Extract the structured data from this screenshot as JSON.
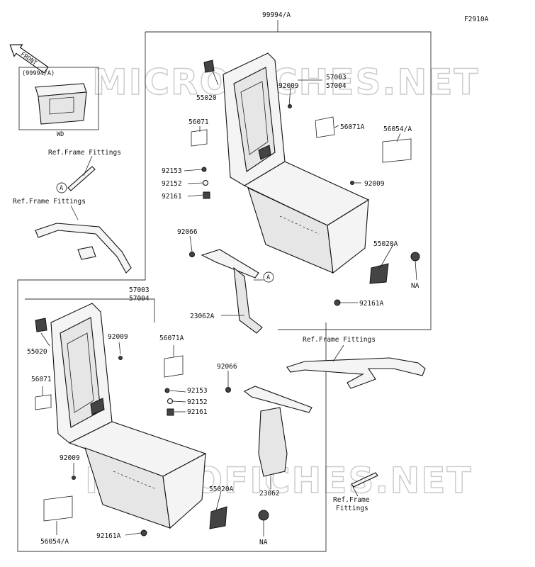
{
  "figure_code": "F2910A",
  "front_arrow_label": "FRONT",
  "watermark": "MICROFICHES.NET",
  "inset": {
    "title": "(99994/A)",
    "caption": "WD"
  },
  "callouts": {
    "main_assembly": "99994/A",
    "top_cover_a": "57003",
    "top_cover_b": "57004",
    "latch_upper": "55020",
    "screw_upper": "92009",
    "label_upper_right": "56071A",
    "label_upper_left": "56071",
    "label_upper_far": "56054/A",
    "bolt_upper": "92153",
    "washer_upper": "92152",
    "nut_upper": "92161",
    "screw_upper_right": "92009",
    "grommet_upper": "92066",
    "hinge_upper": "55020A",
    "na_upper": "NA",
    "nut_lower_upper": "92161A",
    "bracket_upper": "23062A",
    "ref_frame_1": "Ref.Frame Fittings",
    "ref_frame_2": "Ref.Frame Fittings",
    "marker_a1": "A",
    "marker_a2": "A",
    "lower_cover_a": "57003",
    "lower_cover_b": "57004",
    "latch_lower": "55020",
    "screw_lower": "92009",
    "label_lower": "56071A",
    "label_lower_left": "56071",
    "bolt_lower": "92153",
    "washer_lower": "92152",
    "nut_lower": "92161",
    "grommet_lower": "92066",
    "screw_lower_left": "92009",
    "hinge_lower": "55020A",
    "label_lower_far": "56054/A",
    "nut_lower_bottom": "92161A",
    "na_lower": "NA",
    "bracket_lower": "23062",
    "ref_frame_3": "Ref.Frame Fittings",
    "ref_frame_4a": "Ref.Frame",
    "ref_frame_4b": "Fittings"
  }
}
